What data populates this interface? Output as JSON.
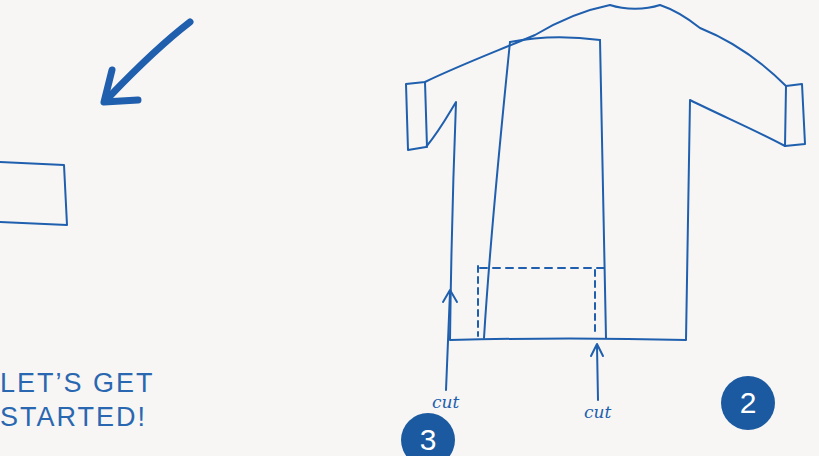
{
  "diagram": {
    "title": "LET’S GET STARTED!",
    "nodes": [
      {
        "text": [
          "3"
        ]
      },
      {
        "text": [
          "2"
        ]
      }
    ],
    "labels": [
      "cut",
      "cut"
    ]
  }
}
